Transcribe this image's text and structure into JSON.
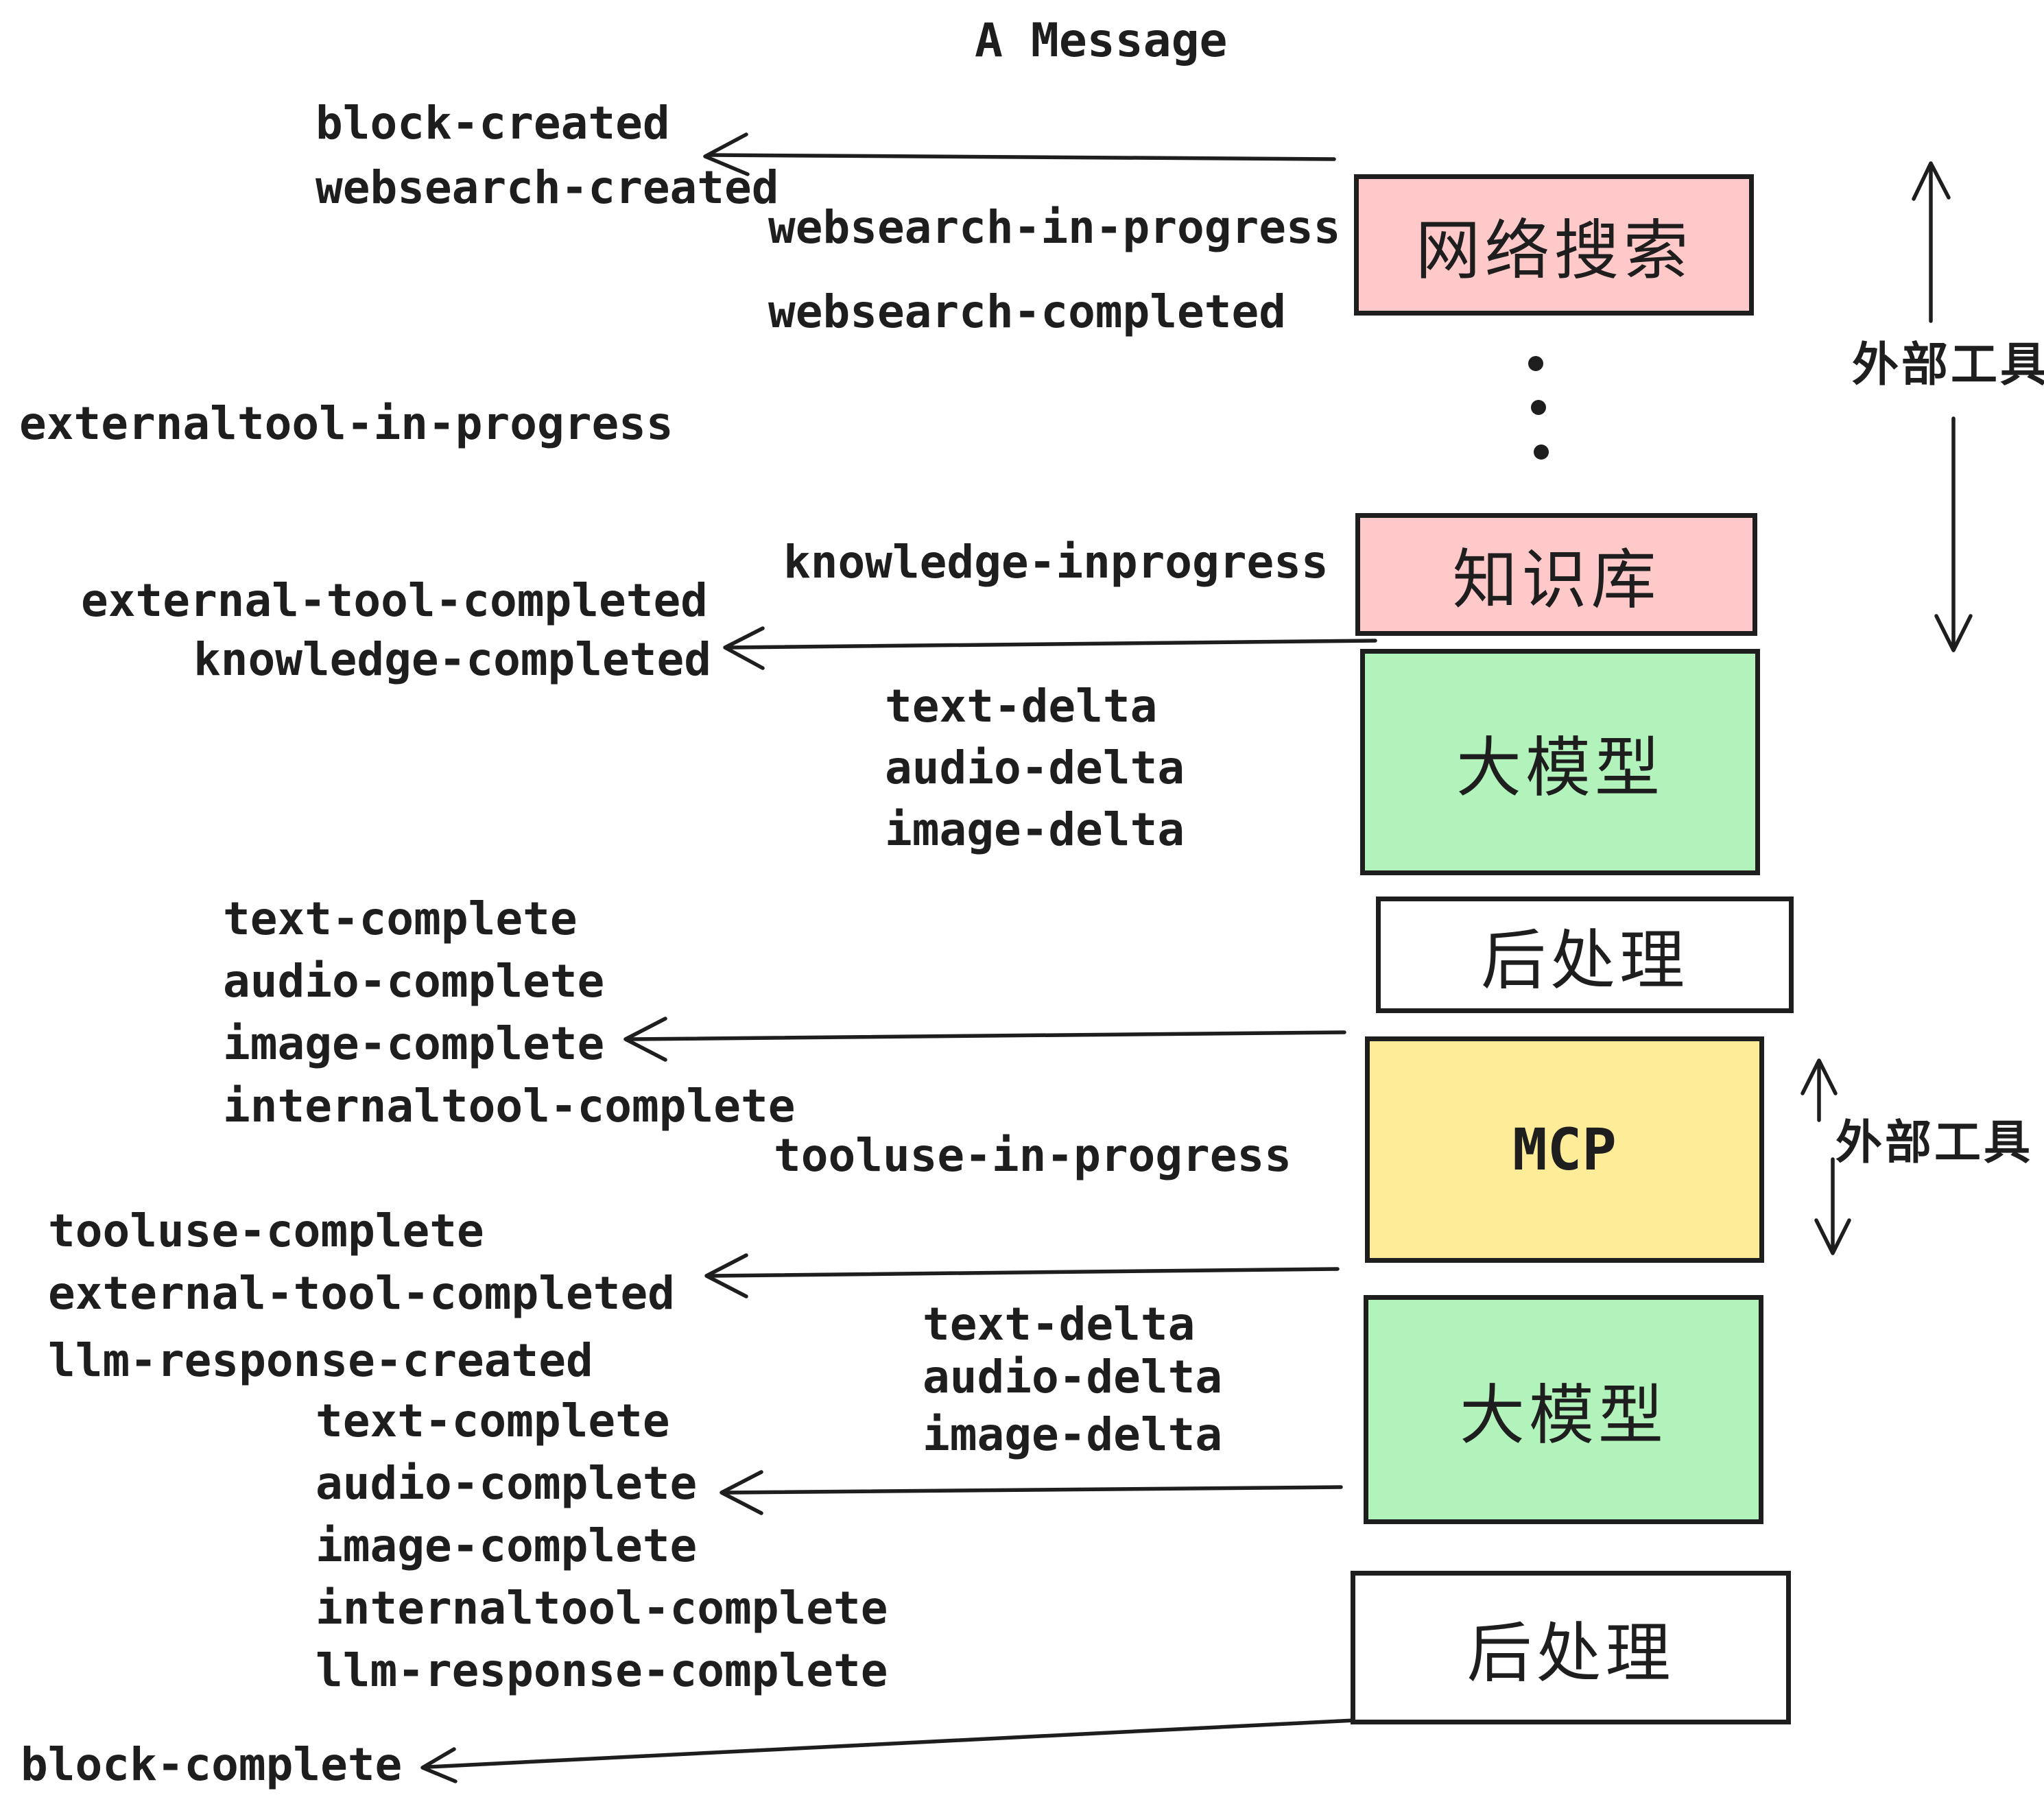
{
  "title": "A Message",
  "colors": {
    "stroke": "#1e1e1e",
    "text": "#1e1e1e",
    "box_pink": "#ffc9c9",
    "box_green": "#b2f2bb",
    "box_yellow": "#ffec99",
    "box_white": "#ffffff",
    "background": "#ffffff"
  },
  "boxes": [
    {
      "id": "websearch",
      "label": "网络搜索",
      "color": "#ffc9c9"
    },
    {
      "id": "knowledge",
      "label": "知识库",
      "color": "#ffc9c9"
    },
    {
      "id": "llm-top",
      "label": "大模型",
      "color": "#b2f2bb"
    },
    {
      "id": "postprocess-top",
      "label": "后处理",
      "color": "#ffffff"
    },
    {
      "id": "mcp",
      "label": "MCP",
      "color": "#ffec99"
    },
    {
      "id": "llm-bottom",
      "label": "大模型",
      "color": "#b2f2bb"
    },
    {
      "id": "postprocess-bottom",
      "label": "后处理",
      "color": "#ffffff"
    }
  ],
  "side_labels": [
    {
      "id": "external-tools-top",
      "label": "外部工具"
    },
    {
      "id": "external-tools-bottom",
      "label": "外部工具"
    }
  ],
  "events": [
    {
      "id": "block-created",
      "text": "block-created"
    },
    {
      "id": "websearch-created",
      "text": "websearch-created"
    },
    {
      "id": "websearch-in-progress",
      "text": "websearch-in-progress"
    },
    {
      "id": "websearch-completed",
      "text": "websearch-completed"
    },
    {
      "id": "externaltool-in-progress",
      "text": "externaltool-in-progress"
    },
    {
      "id": "knowledge-inprogress",
      "text": "knowledge-inprogress"
    },
    {
      "id": "external-tool-completed-1",
      "text": "external-tool-completed"
    },
    {
      "id": "knowledge-completed",
      "text": "knowledge-completed"
    },
    {
      "id": "text-delta-1",
      "text": "text-delta"
    },
    {
      "id": "audio-delta-1",
      "text": "audio-delta"
    },
    {
      "id": "image-delta-1",
      "text": "image-delta"
    },
    {
      "id": "text-complete-1",
      "text": "text-complete"
    },
    {
      "id": "audio-complete-1",
      "text": "audio-complete"
    },
    {
      "id": "image-complete-1",
      "text": "image-complete"
    },
    {
      "id": "internaltool-complete-1",
      "text": "internaltool-complete"
    },
    {
      "id": "tooluse-in-progress",
      "text": "tooluse-in-progress"
    },
    {
      "id": "tooluse-complete",
      "text": "tooluse-complete"
    },
    {
      "id": "external-tool-completed-2",
      "text": "external-tool-completed"
    },
    {
      "id": "llm-response-created",
      "text": "llm-response-created"
    },
    {
      "id": "text-delta-2",
      "text": "text-delta"
    },
    {
      "id": "audio-delta-2",
      "text": "audio-delta"
    },
    {
      "id": "image-delta-2",
      "text": "image-delta"
    },
    {
      "id": "text-complete-2",
      "text": "text-complete"
    },
    {
      "id": "audio-complete-2",
      "text": "audio-complete"
    },
    {
      "id": "image-complete-2",
      "text": "image-complete"
    },
    {
      "id": "internaltool-complete-2",
      "text": "internaltool-complete"
    },
    {
      "id": "llm-response-complete",
      "text": "llm-response-complete"
    },
    {
      "id": "block-complete",
      "text": "block-complete"
    }
  ]
}
